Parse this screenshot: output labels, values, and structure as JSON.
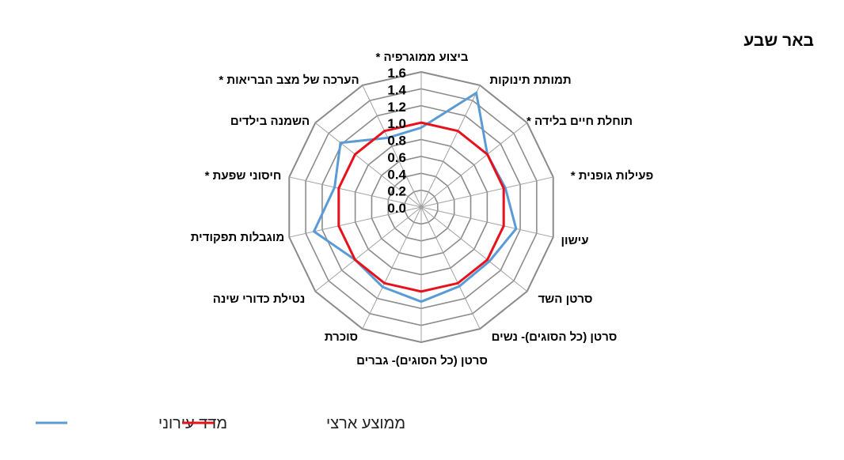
{
  "title": "באר שבע",
  "chart_data": {
    "type": "radar",
    "title": "באר שבע",
    "categories": [
      "ביצוע ממוגרפיה *",
      "תמותת תינוקות",
      "תוחלת חיים בלידה *",
      "פעילות גופנית *",
      "עישון",
      "סרטן השד",
      "סרטן (כל הסוגים)- נשים",
      "סרטן (כל הסוגים)- גברים",
      "סוכרת",
      "נטילת כדורי שינה",
      "מוגבלות תפקודית",
      "חיסוני שפעת *",
      "השמנה בילדים",
      "הערכה של מצב הבריאות *"
    ],
    "rlim": [
      0,
      1.6
    ],
    "ticks": [
      "0.0",
      "0.2",
      "0.4",
      "0.6",
      "0.8",
      "1.0",
      "1.2",
      "1.4",
      "1.6"
    ],
    "series": [
      {
        "name": "מדד עירוני",
        "color": "#5b9bd5",
        "values": [
          0.94,
          1.5,
          1.0,
          1.02,
          1.15,
          1.03,
          1.04,
          1.12,
          1.05,
          1.0,
          1.3,
          1.05,
          1.22,
          0.91
        ]
      },
      {
        "name": "ממוצע ארצי",
        "color": "#e8101a",
        "values": [
          1,
          1,
          1,
          1,
          1,
          1,
          1,
          1,
          1,
          1,
          1,
          1,
          1,
          1
        ]
      }
    ],
    "legend": "bottom-left",
    "grid": true
  }
}
